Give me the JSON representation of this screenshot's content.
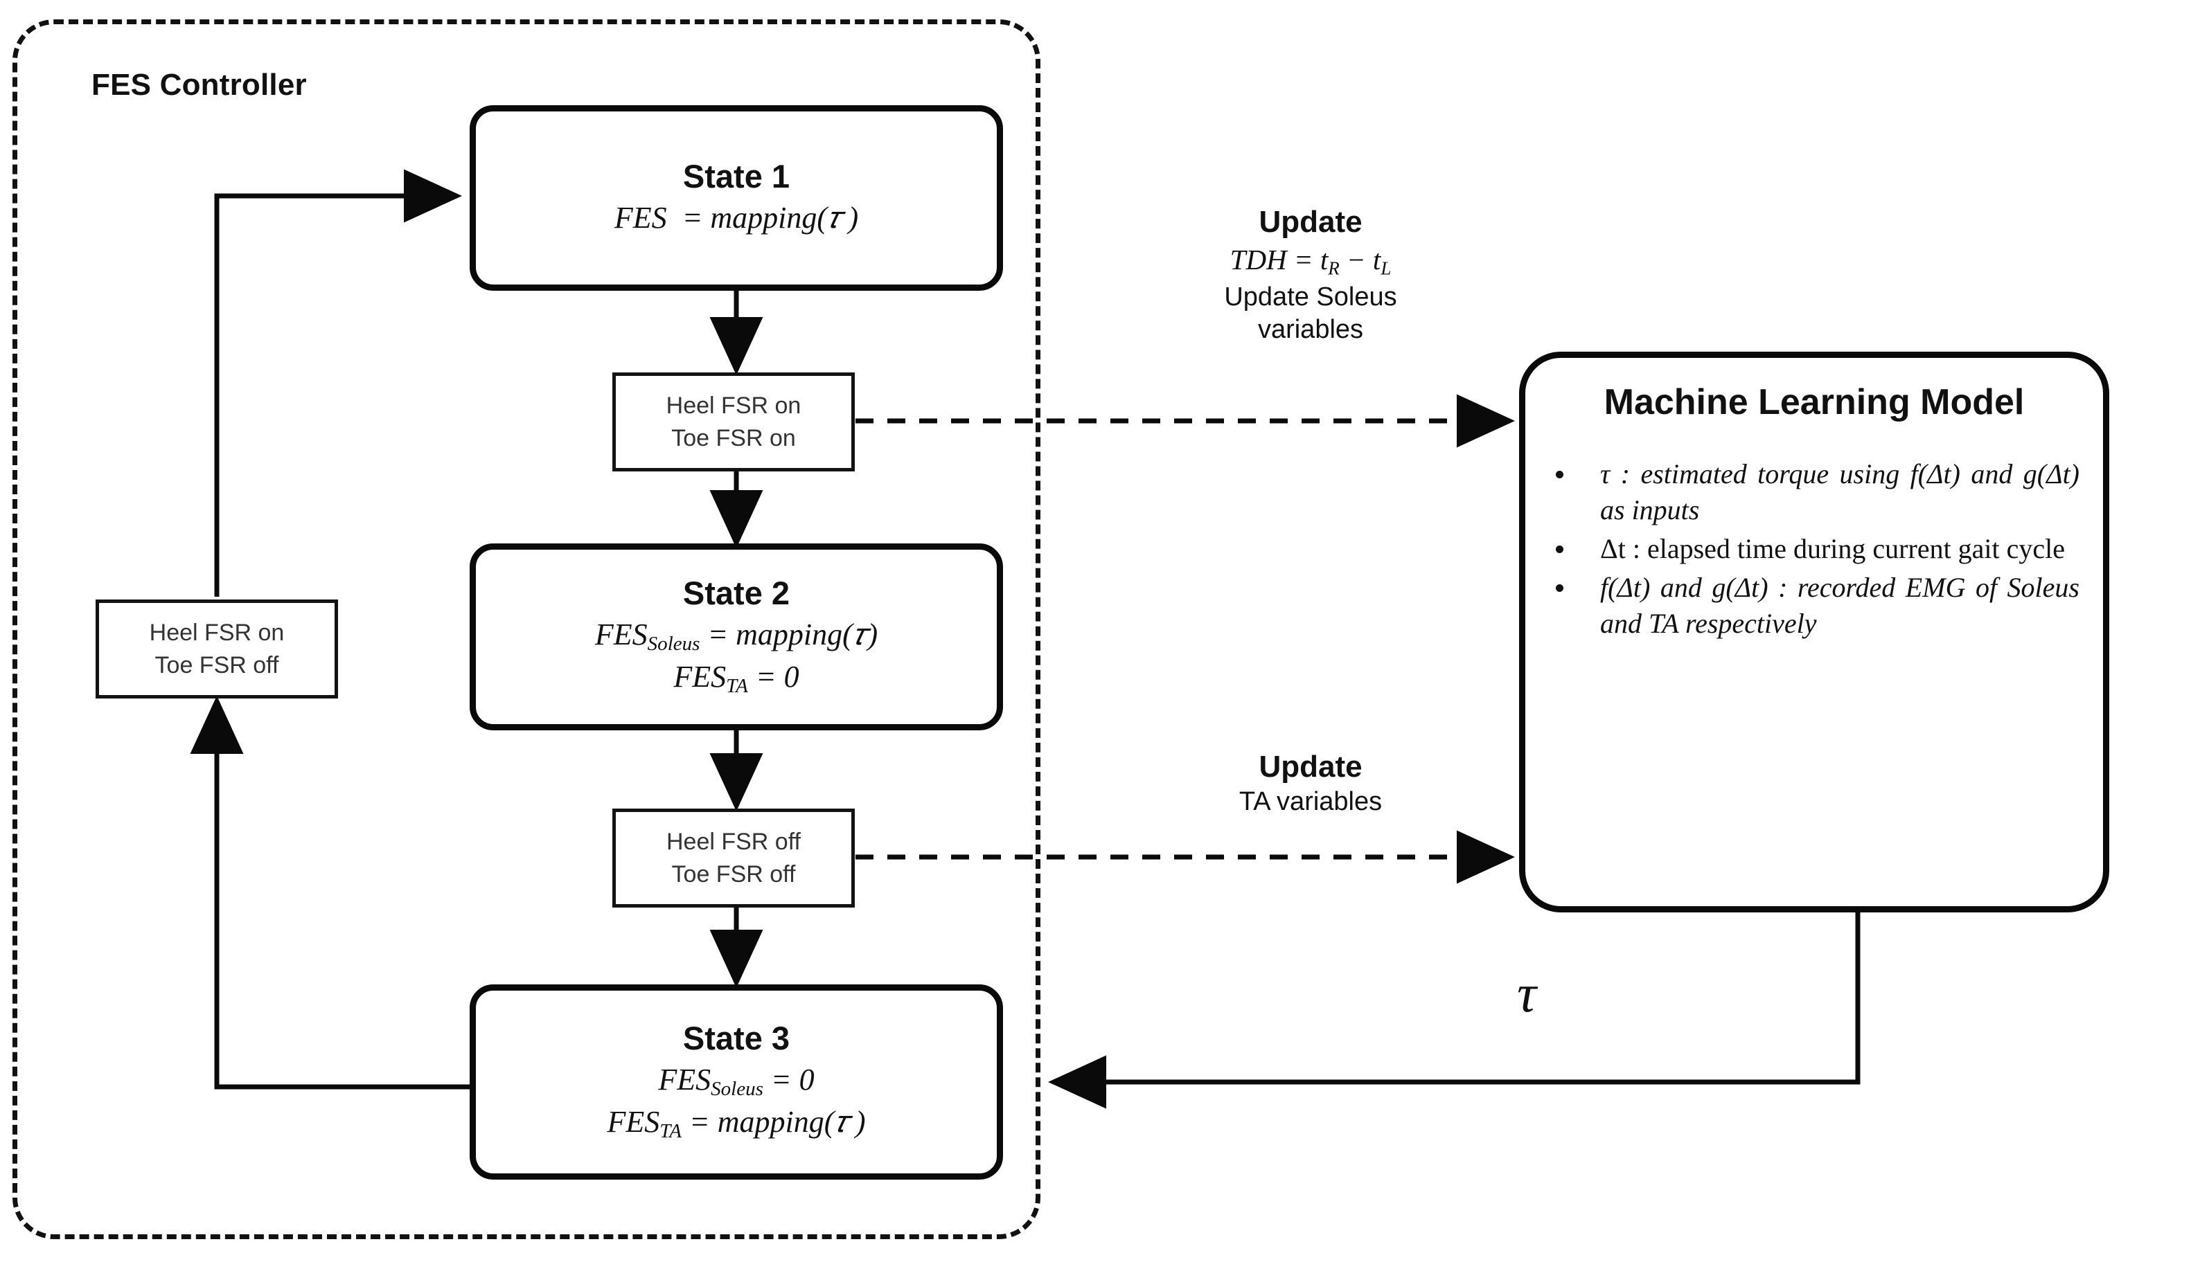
{
  "controller": {
    "title": "FES Controller",
    "boundary_style": "dashed"
  },
  "states": [
    {
      "id": "state-1",
      "title": "State 1",
      "equations": [
        "FES = mapping(τ )"
      ]
    },
    {
      "id": "state-2",
      "title": "State 2",
      "equations": [
        "FES_Soleus = mapping(τ)",
        "FES_TA = 0"
      ]
    },
    {
      "id": "state-3",
      "title": "State 3",
      "equations": [
        "FES_Soleus = 0",
        "FES_TA = mapping(τ )"
      ]
    }
  ],
  "conditions": [
    {
      "id": "cond-heel-on-toe-on",
      "line1": "Heel FSR on",
      "line2": "Toe FSR on"
    },
    {
      "id": "cond-heel-off-toe-off",
      "line1": "Heel FSR off",
      "line2": "Toe FSR off"
    },
    {
      "id": "cond-heel-on-toe-off",
      "line1": "Heel FSR on",
      "line2": "Toe FSR off"
    }
  ],
  "updates": [
    {
      "id": "update-soleus",
      "header": "Update",
      "equation": "TDH = t_R − t_L",
      "lines": [
        "Update Soleus",
        "variables"
      ]
    },
    {
      "id": "update-ta",
      "header": "Update",
      "lines": [
        "TA variables"
      ]
    }
  ],
  "ml_model": {
    "title": "Machine Learning Model",
    "bullets": [
      "τ : estimated torque using f(Δt) and g(Δt) as inputs",
      "Δt : elapsed time during current gait cycle",
      "f(Δt) and g(Δt) : recorded EMG of Soleus and TA respectively"
    ]
  },
  "feedback": {
    "label": "τ"
  },
  "colors": {
    "stroke": "#0a0a0a",
    "text": "#111111",
    "background": "#ffffff"
  }
}
